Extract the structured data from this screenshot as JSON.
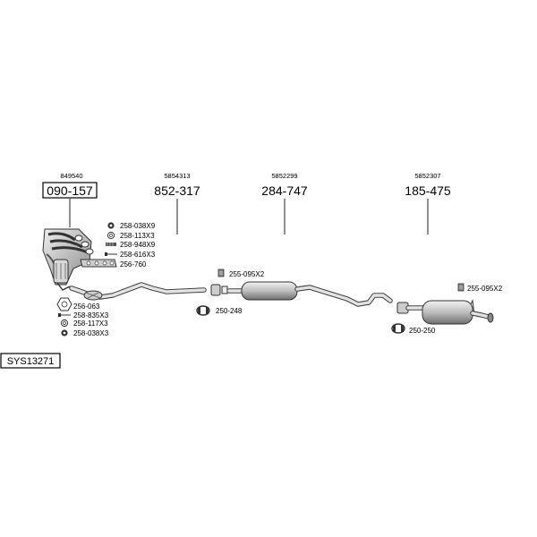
{
  "callouts": [
    {
      "ref": "849540",
      "part": "090-157",
      "boxed": true
    },
    {
      "ref": "5854313",
      "part": "852-317",
      "boxed": false
    },
    {
      "ref": "5852299",
      "part": "284-747",
      "boxed": false
    },
    {
      "ref": "5852307",
      "part": "185-475",
      "boxed": false
    }
  ],
  "kits": {
    "manifold_right": [
      "258-038X9",
      "258-113X3",
      "258-948X9",
      "258-616X3",
      "256-760"
    ],
    "manifold_left": [
      "256-063",
      "258-835X3",
      "258-117X3",
      "258-038X3"
    ],
    "front_pipe_bracket": "255-095X2",
    "front_pipe_clamp": "250-248",
    "rear_bracket": "255-095X2",
    "rear_clamp": "250-250"
  },
  "system_id": "SYS13271"
}
